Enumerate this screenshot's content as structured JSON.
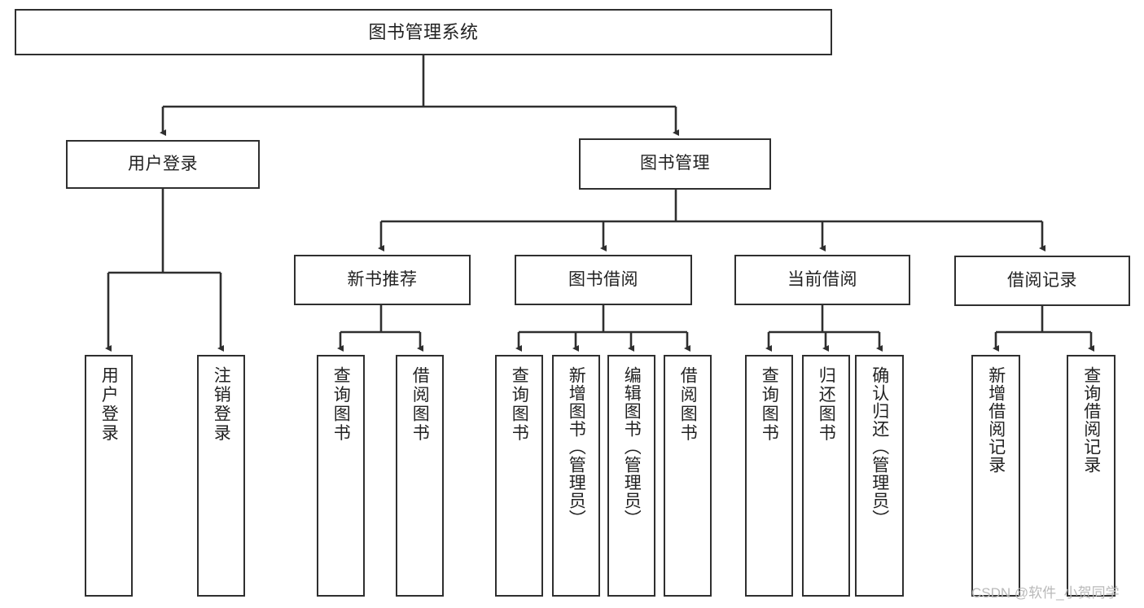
{
  "diagram": {
    "type": "tree-hierarchy-chart",
    "title": "图书管理系统",
    "orientation": "top-down",
    "style": {
      "box_border_color": "#2f2f2f",
      "box_fill_color": "#ffffff",
      "connector_color": "#2f2f2f",
      "text_color": "#222222",
      "background_color": "#ffffff",
      "watermark_color": "#b9b9b9"
    },
    "levels": 4,
    "nodes": {
      "root": {
        "label": "图书管理系统",
        "level": 0
      },
      "user_login": {
        "label": "用户登录",
        "level": 1
      },
      "book_manage": {
        "label": "图书管理",
        "level": 1
      },
      "new_book_rec": {
        "label": "新书推荐",
        "level": 2
      },
      "book_borrow": {
        "label": "图书借阅",
        "level": 2
      },
      "current_borrow": {
        "label": "当前借阅",
        "level": 2
      },
      "borrow_record": {
        "label": "借阅记录",
        "level": 2
      },
      "leaf_user_login": {
        "label": "用户登录",
        "level": 3,
        "parent": "user_login"
      },
      "leaf_logout_login": {
        "label": "注销登录",
        "level": 3,
        "parent": "user_login"
      },
      "leaf_query_book_1": {
        "label": "查询图书",
        "level": 3,
        "parent": "new_book_rec"
      },
      "leaf_borrow_book_1": {
        "label": "借阅图书",
        "level": 3,
        "parent": "new_book_rec"
      },
      "leaf_query_book_2": {
        "label": "查询图书",
        "level": 3,
        "parent": "book_borrow"
      },
      "leaf_add_book": {
        "label": "新增图书（管理员）",
        "level": 3,
        "parent": "book_borrow"
      },
      "leaf_edit_book": {
        "label": "编辑图书（管理员）",
        "level": 3,
        "parent": "book_borrow"
      },
      "leaf_borrow_book_2": {
        "label": "借阅图书",
        "level": 3,
        "parent": "book_borrow"
      },
      "leaf_query_book_3": {
        "label": "查询图书",
        "level": 3,
        "parent": "current_borrow"
      },
      "leaf_return_book": {
        "label": "归还图书",
        "level": 3,
        "parent": "current_borrow"
      },
      "leaf_confirm_return": {
        "label": "确认归还（管理员）",
        "level": 3,
        "parent": "current_borrow"
      },
      "leaf_add_record": {
        "label": "新增借阅记录",
        "level": 3,
        "parent": "borrow_record"
      },
      "leaf_query_record": {
        "label": "查询借阅记录",
        "level": 3,
        "parent": "borrow_record"
      }
    }
  },
  "watermark": {
    "text": "CSDN @软件_小贺同学"
  }
}
